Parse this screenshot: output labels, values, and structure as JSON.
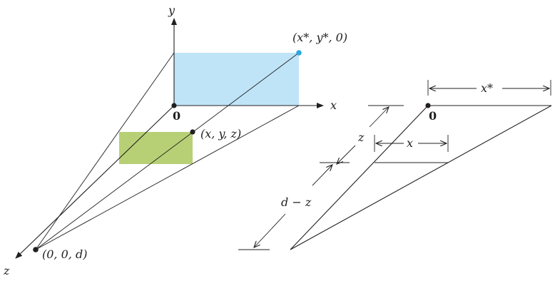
{
  "colors": {
    "ink": "#231f20",
    "image_rect": "#bfe4f7",
    "object_rect": "#b7d075",
    "image_point": "#29a8e0"
  },
  "left_figure": {
    "axis_y": "y",
    "axis_x": "x",
    "axis_z": "z",
    "origin": "0",
    "point_image": "(x*, y*, 0)",
    "point_object": "(x, y, z)",
    "point_eye": "(0, 0, d)"
  },
  "right_figure": {
    "origin": "0",
    "dim_x_star": "x*",
    "dim_x": "x",
    "dim_z": "z",
    "dim_d_minus_z": "d − z"
  }
}
